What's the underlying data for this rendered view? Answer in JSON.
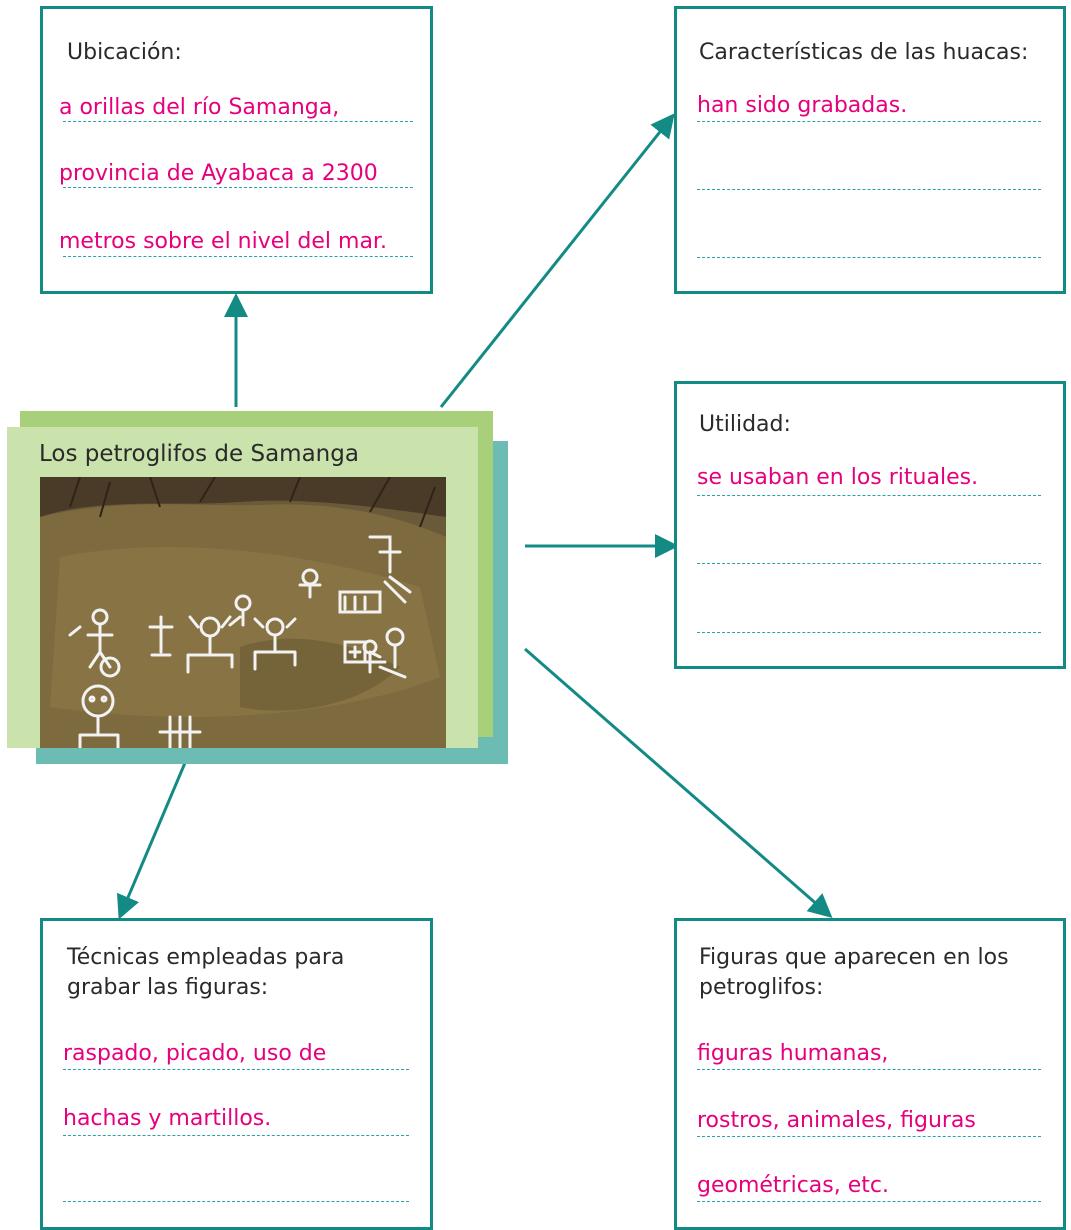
{
  "center": {
    "title": "Los petroglifos de Samanga"
  },
  "boxes": {
    "ubicacion": {
      "title": "Ubicación:",
      "answers": [
        "a orillas del río Samanga,",
        "provincia de Ayabaca a 2300",
        "metros sobre el nivel del mar."
      ]
    },
    "caracteristicas": {
      "title": "Características de las huacas:",
      "answers": [
        "han sido grabadas.",
        "",
        ""
      ]
    },
    "utilidad": {
      "title": "Utilidad:",
      "answers": [
        "se usaban en los rituales.",
        "",
        ""
      ]
    },
    "tecnicas": {
      "title": "Técnicas empleadas para grabar las figuras:",
      "answers": [
        "raspado, picado, uso de",
        "hachas y martillos.",
        ""
      ]
    },
    "figuras": {
      "title": "Figuras que aparecen en los petroglifos:",
      "answers": [
        "figuras humanas,",
        "rostros, animales, figuras",
        "geométricas, etc."
      ]
    }
  },
  "colors": {
    "border": "#138b84",
    "answer": "#e6007e",
    "dotted_line": "#29a3a3",
    "center_back": "#6cbcb4",
    "center_mid": "#a8d07a",
    "center_front": "#cae2ab"
  }
}
